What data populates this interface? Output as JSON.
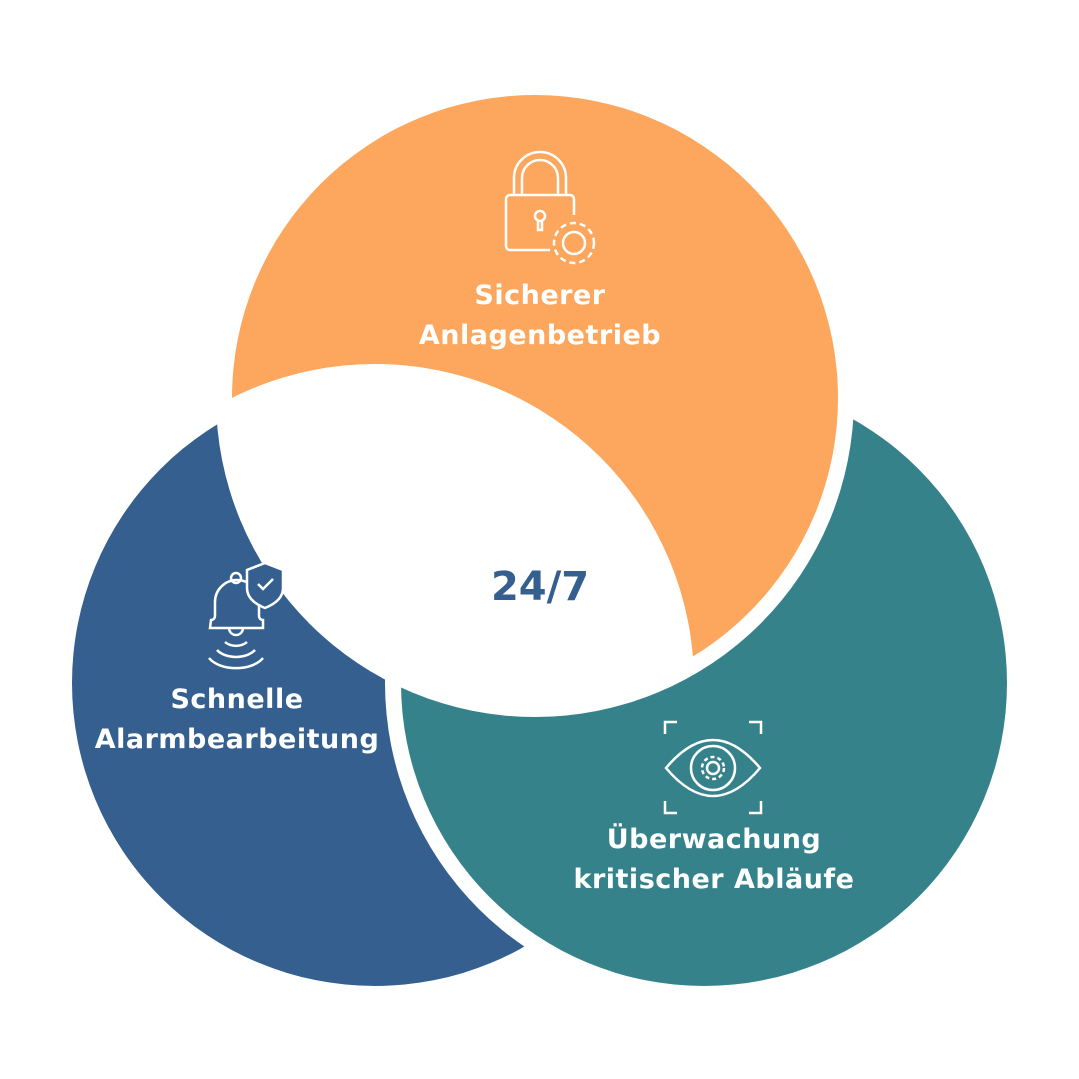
{
  "center_label": "24/7",
  "segments": [
    {
      "id": "orange",
      "line1": "Sicherer",
      "line2": "Anlagenbetrieb",
      "icon": "lock-gear-icon",
      "color": "#FDA65D"
    },
    {
      "id": "blue",
      "line1": "Schnelle",
      "line2": "Alarmbearbeitung",
      "icon": "bell-shield-icon",
      "color": "#345F8F"
    },
    {
      "id": "teal",
      "line1": "Überwachung",
      "line2": "kritischer Abläufe",
      "icon": "eye-gear-icon",
      "color": "#36828B"
    }
  ]
}
